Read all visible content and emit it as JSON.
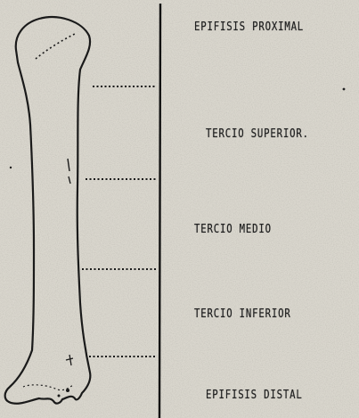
{
  "diagram": {
    "labels": {
      "proximal": "EPIFISIS PROXIMAL",
      "superior": "TERCIO SUPERIOR.",
      "medio": "TERCIO MEDIO",
      "inferior": "TERCIO INFERIOR",
      "distal": "EPIFISIS DISTAL"
    },
    "colors": {
      "paper": "#d9d6cd",
      "ink": "#1a1a1a"
    }
  }
}
